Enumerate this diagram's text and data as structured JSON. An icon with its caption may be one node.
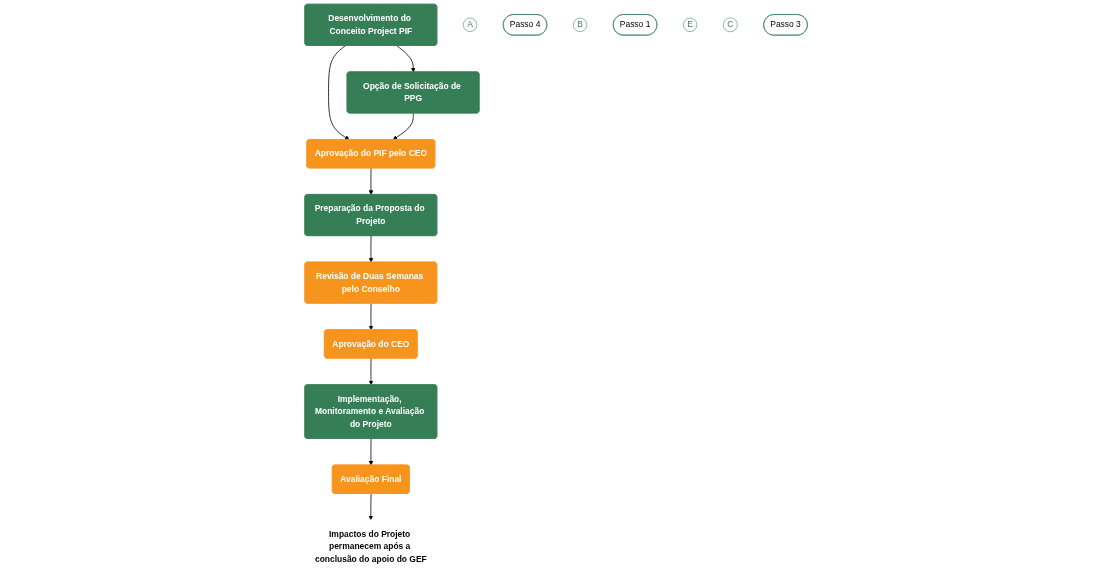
{
  "diagram": {
    "nodes": [
      {
        "text": [
          "Desenvolvimento do Conceito Project PIF"
        ]
      },
      {
        "text": [
          "A"
        ]
      },
      {
        "text": [
          "Opção de Solicitação de PPG"
        ]
      },
      {
        "text": [
          "Passo 4"
        ]
      },
      {
        "text": [
          "Avaliação Final"
        ]
      },
      {
        "text": [
          "B"
        ]
      },
      {
        "text": [
          "Aprovação do PIF pelo CEO"
        ]
      },
      {
        "text": [
          "Passo 1"
        ]
      },
      {
        "text": [
          "E"
        ]
      },
      {
        "text": [
          "Implementação, Monitoramento e Avaliação do Projeto"
        ]
      },
      {
        "text": [
          "Impactos do Projeto permanecem após a conclusão do apoio do GEF"
        ]
      },
      {
        "text": [
          "C"
        ]
      },
      {
        "text": [
          "Passo 3"
        ]
      },
      {
        "text": [
          "Aprovação do CEO"
        ]
      },
      {
        "text": [
          "Revisão de Duas Semanas pelo Conselho"
        ]
      },
      {
        "text": [
          "Preparação da Proposta do Projeto"
        ]
      }
    ],
    "edges": [
      {
        "from": 0,
        "to": 2,
        "arrow": "to"
      },
      {
        "from": 0,
        "to": 6,
        "arrow": "to"
      },
      {
        "from": 2,
        "to": 6,
        "arrow": "to"
      },
      {
        "from": 6,
        "to": 15,
        "arrow": "to"
      },
      {
        "from": 15,
        "to": 14,
        "arrow": "to"
      },
      {
        "from": 14,
        "to": 13,
        "arrow": "to"
      },
      {
        "from": 13,
        "to": 9,
        "arrow": "to"
      },
      {
        "from": 9,
        "to": 4,
        "arrow": "to"
      },
      {
        "from": 4,
        "to": 10,
        "arrow": "to"
      }
    ]
  }
}
